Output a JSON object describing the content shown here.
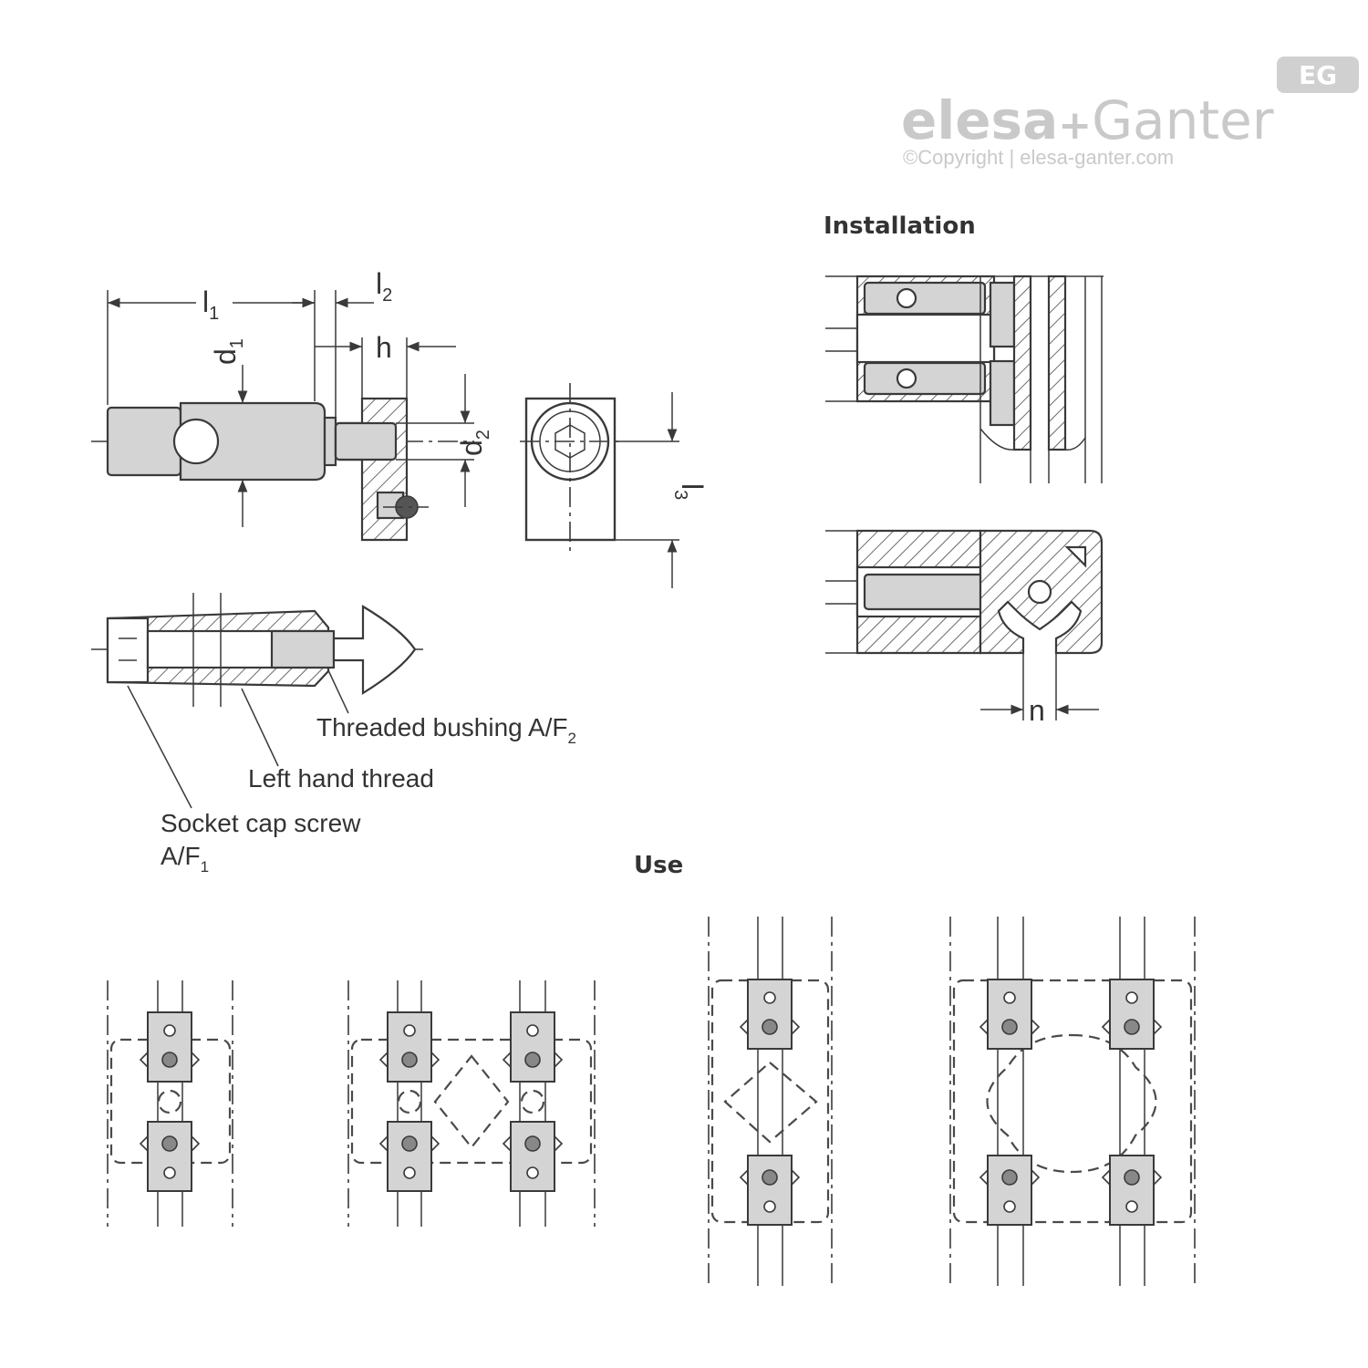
{
  "brand": {
    "badge": "EG",
    "name_part1": "elesa",
    "plus": "+",
    "name_part2": "Ganter",
    "copyright": "©Copyright | elesa-ganter.com",
    "color": "#c9c9c9"
  },
  "headings": {
    "installation": "Installation",
    "use": "Use"
  },
  "dimensions": {
    "l1": "l",
    "l1_sub": "1",
    "l2": "l",
    "l2_sub": "2",
    "h": "h",
    "d1": "d",
    "d1_sub": "1",
    "d2": "d",
    "d2_sub": "2",
    "l3": "l",
    "l3_sub": "3",
    "n": "n"
  },
  "callouts": {
    "threaded_bushing": "Threaded bushing A/F",
    "threaded_bushing_sub": "2",
    "left_hand_thread": "Left hand thread",
    "socket_cap_screw_line1": "Socket cap screw",
    "socket_cap_screw_line2": "A/F",
    "socket_cap_screw_sub": "1"
  },
  "colors": {
    "line": "#3a3a3a",
    "part_fill": "#d4d4d4"
  }
}
